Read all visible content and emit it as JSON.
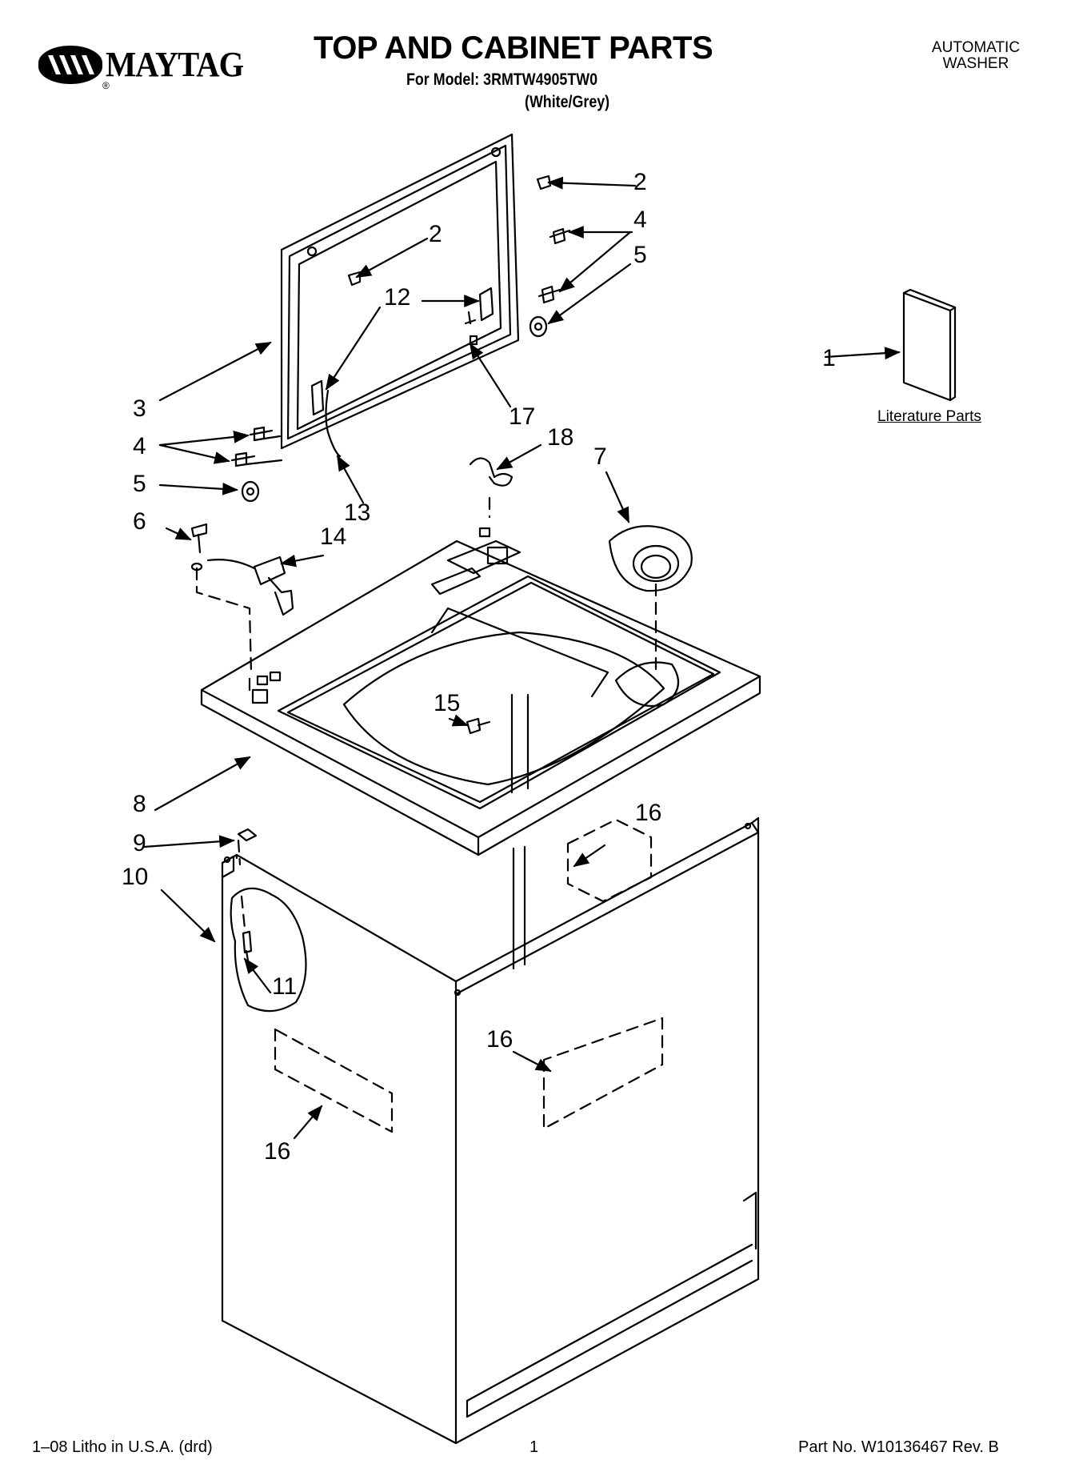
{
  "header": {
    "brand": "MAYTAG",
    "brand_reg": "®",
    "title": "TOP AND CABINET PARTS",
    "model_line": "For Model: 3RMTW4905TW0",
    "color_line": "(White/Grey)",
    "product_type_line1": "AUTOMATIC",
    "product_type_line2": "WASHER"
  },
  "callouts": {
    "c1": "1",
    "c2a": "2",
    "c2b": "2",
    "c3": "3",
    "c4a": "4",
    "c4b": "4",
    "c5a": "5",
    "c5b": "5",
    "c6": "6",
    "c7": "7",
    "c8": "8",
    "c9": "9",
    "c10": "10",
    "c11": "11",
    "c12": "12",
    "c13": "13",
    "c14": "14",
    "c15": "15",
    "c16a": "16",
    "c16b": "16",
    "c16c": "16",
    "c17": "17",
    "c18": "18"
  },
  "literature_label": "Literature Parts",
  "footer": {
    "left": "1–08 Litho in U.S.A. (drd)",
    "center": "1",
    "right": "Part No. W10136467 Rev. B"
  }
}
